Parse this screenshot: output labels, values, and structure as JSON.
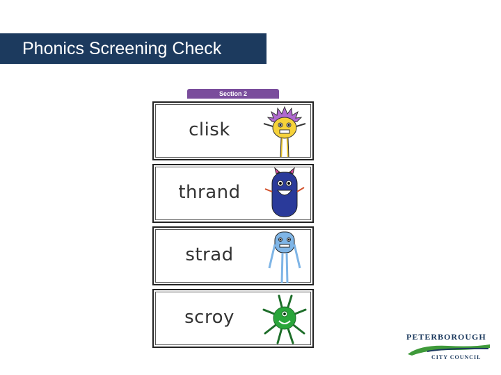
{
  "header": {
    "title": "Phonics Screening Check"
  },
  "worksheet": {
    "section_label": "Section 2",
    "cards": [
      {
        "word": "clisk",
        "monster": "yellow-spiky-monster-icon"
      },
      {
        "word": "thrand",
        "monster": "blue-horned-monster-icon"
      },
      {
        "word": "strad",
        "monster": "lightblue-tall-monster-icon"
      },
      {
        "word": "scroy",
        "monster": "green-tentacle-monster-icon"
      }
    ]
  },
  "logo": {
    "line1": "PETERBOROUGH",
    "line2": "CITY COUNCIL"
  },
  "colors": {
    "title_bar": "#1c3a5e",
    "section_tab": "#7a4d9c",
    "logo_green": "#3f9a3a",
    "logo_navy": "#1c3a5e"
  }
}
